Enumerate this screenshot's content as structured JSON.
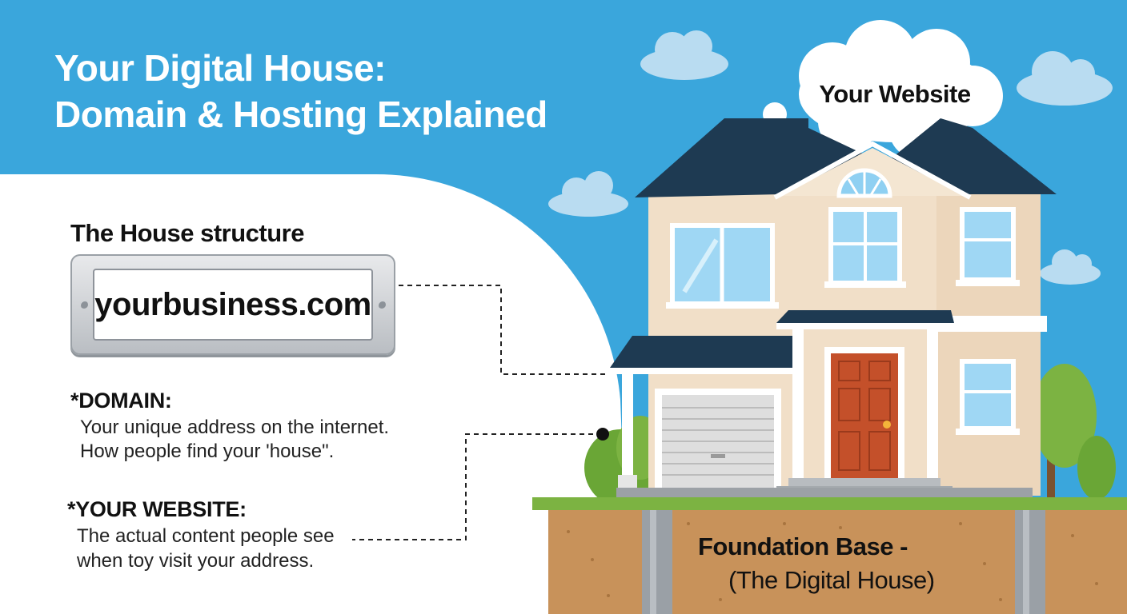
{
  "title": {
    "line1": "Your Digital House:",
    "line2": "Domain & Hosting Explained"
  },
  "house_section": {
    "heading": "The House structure",
    "plate_text": "yourbusiness.com"
  },
  "domain": {
    "term": "*DOMAIN:",
    "line1": "Your unique address on the internet.",
    "line2": "How people find your 'house\"."
  },
  "website": {
    "term": "*YOUR WEBSITE:",
    "line1": "The actual content people see",
    "line2": "when toy visit your address."
  },
  "thought_cloud": {
    "label": "Your Website"
  },
  "foundation": {
    "label": "Foundation Base -",
    "sublabel": "(The Digital House)"
  },
  "colors": {
    "sky": "#3aa6dc",
    "roof": "#1e3a52",
    "wall": "#f1dfc8",
    "door": "#c4502a",
    "grass": "#7cb342",
    "soil": "#c8925a"
  }
}
